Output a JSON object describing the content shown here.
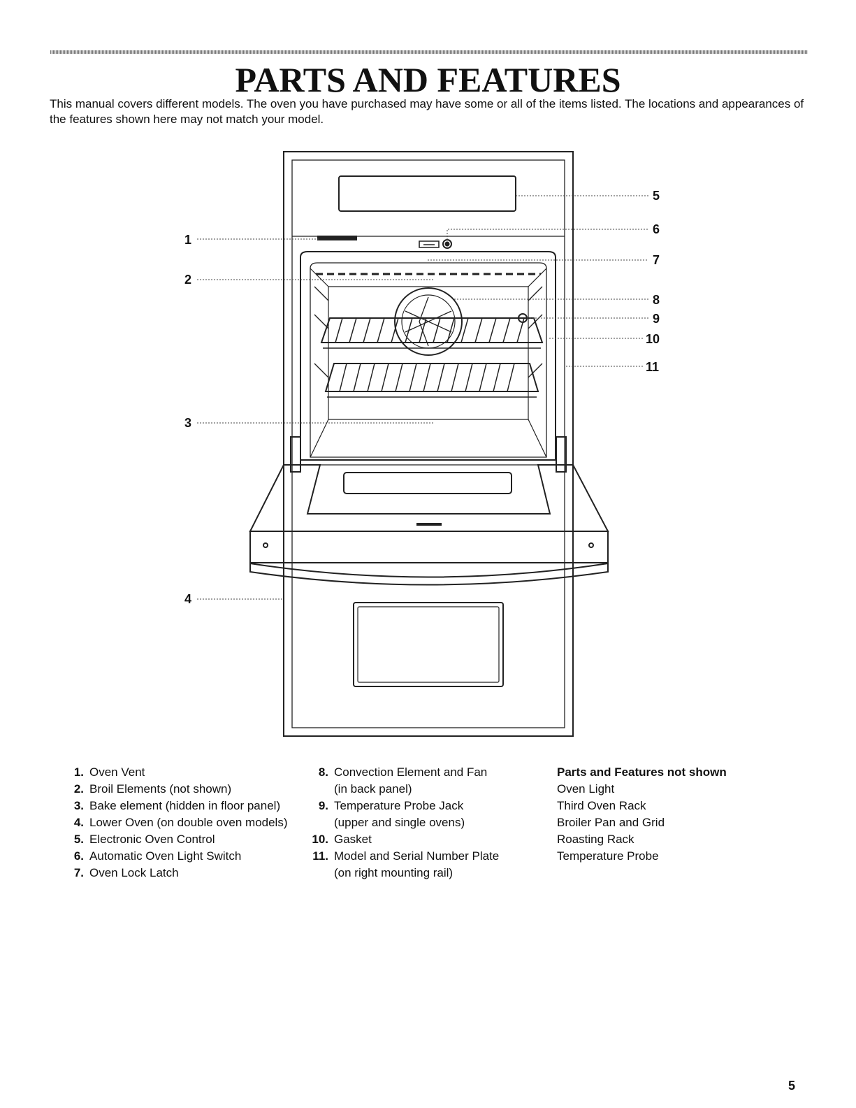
{
  "page": {
    "title": "PARTS AND FEATURES",
    "intro": "This manual covers different models. The oven you have purchased may have some or all of the items listed. The locations and appearances of the features shown here may not match your model.",
    "page_number": "5"
  },
  "diagram": {
    "callouts": [
      "1",
      "2",
      "3",
      "4",
      "5",
      "6",
      "7",
      "8",
      "9",
      "10",
      "11"
    ]
  },
  "parts_col1": [
    {
      "num": "1.",
      "label": "Oven Vent"
    },
    {
      "num": "2.",
      "label": "Broil Elements (not shown)"
    },
    {
      "num": "3.",
      "label": "Bake element (hidden in floor panel)"
    },
    {
      "num": "4.",
      "label": "Lower Oven (on double oven models)"
    },
    {
      "num": "5.",
      "label": "Electronic Oven Control"
    },
    {
      "num": "6.",
      "label": "Automatic Oven Light Switch"
    },
    {
      "num": "7.",
      "label": "Oven Lock Latch"
    }
  ],
  "parts_col2": [
    {
      "num": "8.",
      "label": "Convection Element and Fan",
      "sub": "(in back panel)"
    },
    {
      "num": "9.",
      "label": "Temperature Probe Jack",
      "sub": "(upper and single ovens)"
    },
    {
      "num": "10.",
      "label": "Gasket"
    },
    {
      "num": "11.",
      "label": "Model and Serial Number Plate",
      "sub": "(on right mounting rail)"
    }
  ],
  "not_shown": {
    "heading": "Parts and Features not shown",
    "items": [
      "Oven Light",
      "Third Oven Rack",
      "Broiler Pan and Grid",
      "Roasting Rack",
      "Temperature Probe"
    ]
  }
}
